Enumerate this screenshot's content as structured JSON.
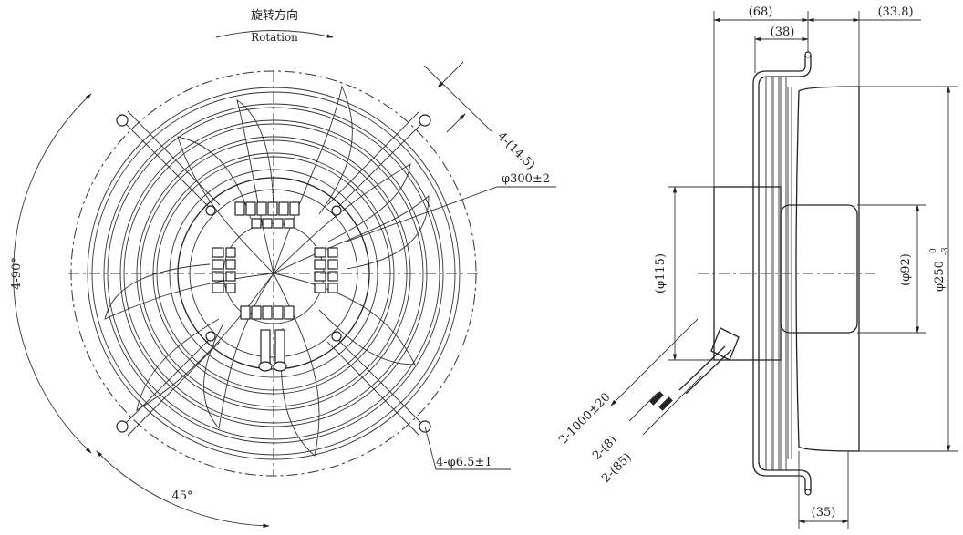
{
  "front_view": {
    "rotation_cn": "旋转方向",
    "rotation_en": "Rotation",
    "hole_count_angle": "4-90°",
    "slot_width": "4-(14.5)",
    "outer_diameter": "φ300±2",
    "mount_holes": "4-φ6.5±1",
    "angle_45": "45°"
  },
  "side_view": {
    "depth_68": "(68)",
    "depth_38": "(38)",
    "depth_33_8": "(33.8)",
    "diameter_115": "(φ115)",
    "diameter_92": "(φ92)",
    "diameter_250": "φ250",
    "tol_upper": "0",
    "tol_lower": "-3",
    "cable_length": "2-1000±20",
    "cable_8": "2-(8)",
    "cable_85": "2-(85)",
    "depth_35": "(35)"
  }
}
